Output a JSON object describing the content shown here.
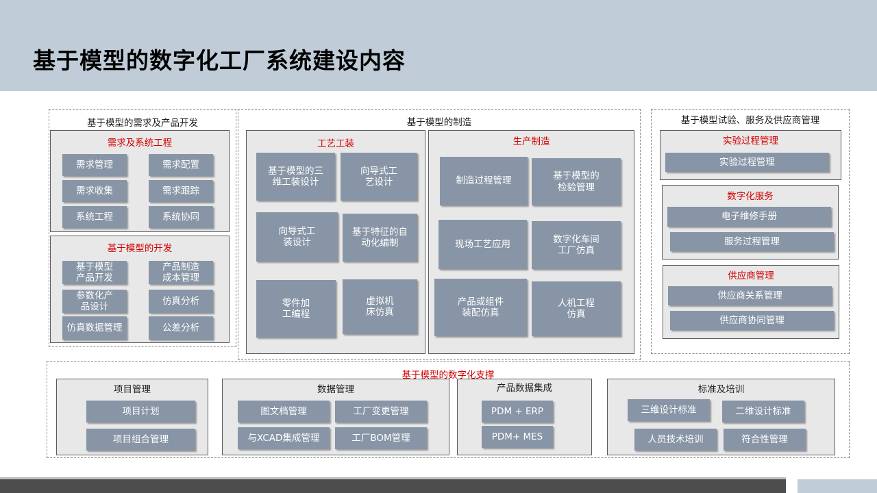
{
  "title": "基于模型的数字化工厂系统建设内容",
  "colors": {
    "header": "#c0ccd7",
    "chip": "#8795a6",
    "accent_red": "#d40000",
    "panel": "#e8e8e8",
    "footer": "#4d4d4d"
  },
  "col1": {
    "title": "基于模型的需求及产品开发",
    "req": {
      "title": "需求及系统工程",
      "items": [
        "需求管理",
        "需求配置",
        "需求收集",
        "需求跟踪",
        "系统工程",
        "系统协同"
      ]
    },
    "dev": {
      "title": "基于模型的开发",
      "items": [
        "基于模型\n产品开发",
        "产品制造\n成本管理",
        "参数化产\n品设计",
        "仿真分析",
        "仿真数据管理",
        "公差分析"
      ]
    }
  },
  "col2": {
    "title": "基于模型的制造",
    "tool": {
      "title": "工艺工装",
      "items": [
        "基于模型的三\n维工装设计",
        "向导式工\n艺设计",
        "向导式工\n装设计",
        "基于特征的自\n动化编制",
        "零件加\n工编程",
        "虚拟机\n床仿真"
      ]
    },
    "prod": {
      "title": "生产制造",
      "items": [
        "制造过程管理",
        "基于模型的\n检验管理",
        "现场工艺应用",
        "数字化车间\n工厂仿真",
        "产品或组件\n装配仿真",
        "人机工程\n仿真"
      ]
    }
  },
  "col3": {
    "title": "基于模型试验、服务及供应商管理",
    "test": {
      "title": "实验过程管理",
      "items": [
        "实验过程管理"
      ]
    },
    "service": {
      "title": "数字化服务",
      "items": [
        "电子维修手册",
        "服务过程管理"
      ]
    },
    "supplier": {
      "title": "供应商管理",
      "items": [
        "供应商关系管理",
        "供应商协同管理"
      ]
    }
  },
  "support": {
    "title": "基于模型的数字化支撑",
    "project": {
      "title": "项目管理",
      "items": [
        "项目计划",
        "项目组合管理"
      ]
    },
    "data": {
      "title": "数据管理",
      "items": [
        "图文档管理",
        "工厂变更管理",
        "与XCAD集成管理",
        "工厂BOM管理"
      ]
    },
    "pdi": {
      "title": "产品数据集成",
      "items": [
        "PDM + ERP",
        "PDM+ MES"
      ]
    },
    "std": {
      "title": "标准及培训",
      "items": [
        "三维设计标准",
        "二维设计标准",
        "人员技术培训",
        "符合性管理"
      ]
    }
  }
}
